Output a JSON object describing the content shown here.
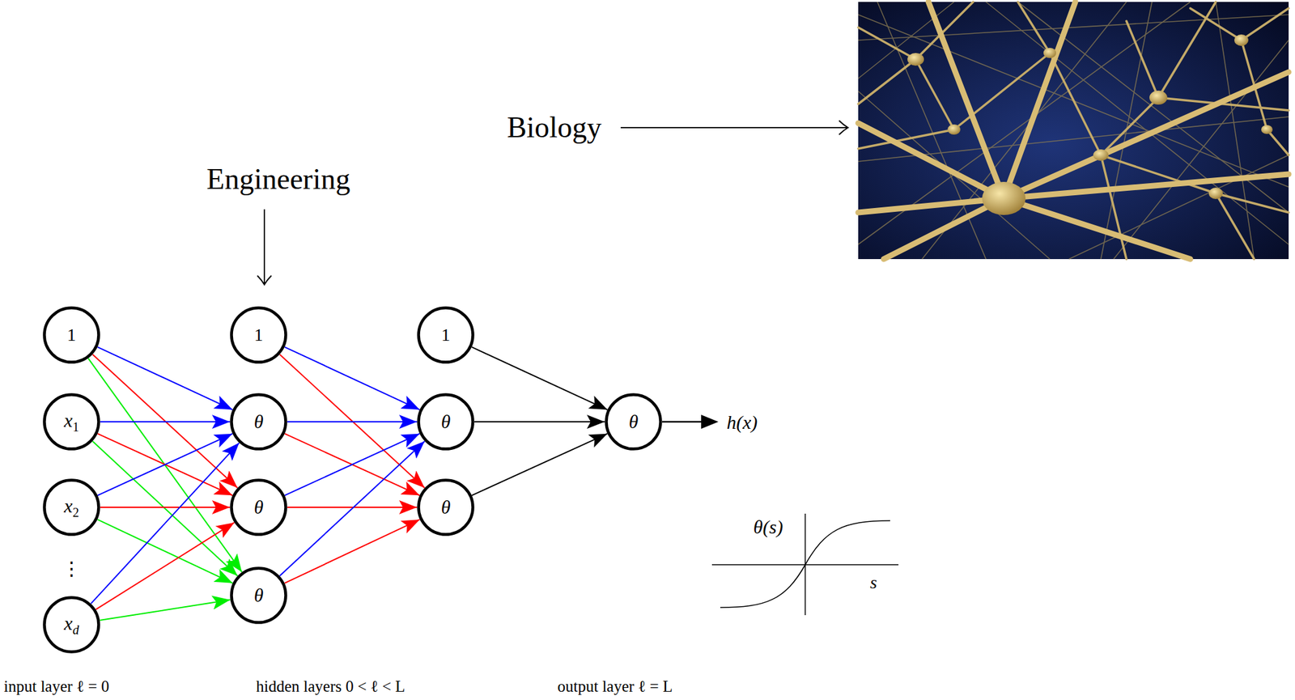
{
  "diagram": {
    "nodes": [
      {
        "text": [
          "1"
        ]
      },
      {
        "text": [
          "x1"
        ]
      },
      {
        "text": [
          "x2"
        ]
      },
      {
        "text": [
          "xd"
        ]
      },
      {
        "text": [
          "1"
        ]
      },
      {
        "text": [
          "θ"
        ]
      },
      {
        "text": [
          "θ"
        ]
      },
      {
        "text": [
          "θ"
        ]
      },
      {
        "text": [
          "1"
        ]
      },
      {
        "text": [
          "θ"
        ]
      },
      {
        "text": [
          "θ"
        ]
      },
      {
        "text": [
          "θ"
        ]
      }
    ],
    "edges": [
      {
        "from": 0,
        "to": 5,
        "arrow": "to"
      },
      {
        "from": 0,
        "to": 6,
        "arrow": "to"
      },
      {
        "from": 0,
        "to": 7,
        "arrow": "to"
      },
      {
        "from": 1,
        "to": 5,
        "arrow": "to"
      },
      {
        "from": 1,
        "to": 6,
        "arrow": "to"
      },
      {
        "from": 1,
        "to": 7,
        "arrow": "to"
      },
      {
        "from": 2,
        "to": 5,
        "arrow": "to"
      },
      {
        "from": 2,
        "to": 6,
        "arrow": "to"
      },
      {
        "from": 2,
        "to": 7,
        "arrow": "to"
      },
      {
        "from": 3,
        "to": 5,
        "arrow": "to"
      },
      {
        "from": 3,
        "to": 6,
        "arrow": "to"
      },
      {
        "from": 3,
        "to": 7,
        "arrow": "to"
      },
      {
        "from": 4,
        "to": 9,
        "arrow": "to"
      },
      {
        "from": 4,
        "to": 10,
        "arrow": "to"
      },
      {
        "from": 5,
        "to": 9,
        "arrow": "to"
      },
      {
        "from": 5,
        "to": 10,
        "arrow": "to"
      },
      {
        "from": 6,
        "to": 9,
        "arrow": "to"
      },
      {
        "from": 6,
        "to": 10,
        "arrow": "to"
      },
      {
        "from": 7,
        "to": 9,
        "arrow": "to"
      },
      {
        "from": 7,
        "to": 10,
        "arrow": "to"
      },
      {
        "from": 8,
        "to": 11,
        "arrow": "to"
      },
      {
        "from": 9,
        "to": 11,
        "arrow": "to"
      },
      {
        "from": 10,
        "to": 11,
        "arrow": "to"
      }
    ],
    "labels": [
      "Biology",
      "Engineering",
      "h(x)",
      "θ(s)",
      "s",
      "⋮",
      "input layer ℓ = 0",
      "hidden layers 0 < ℓ < L",
      "output layer ℓ = L"
    ]
  }
}
